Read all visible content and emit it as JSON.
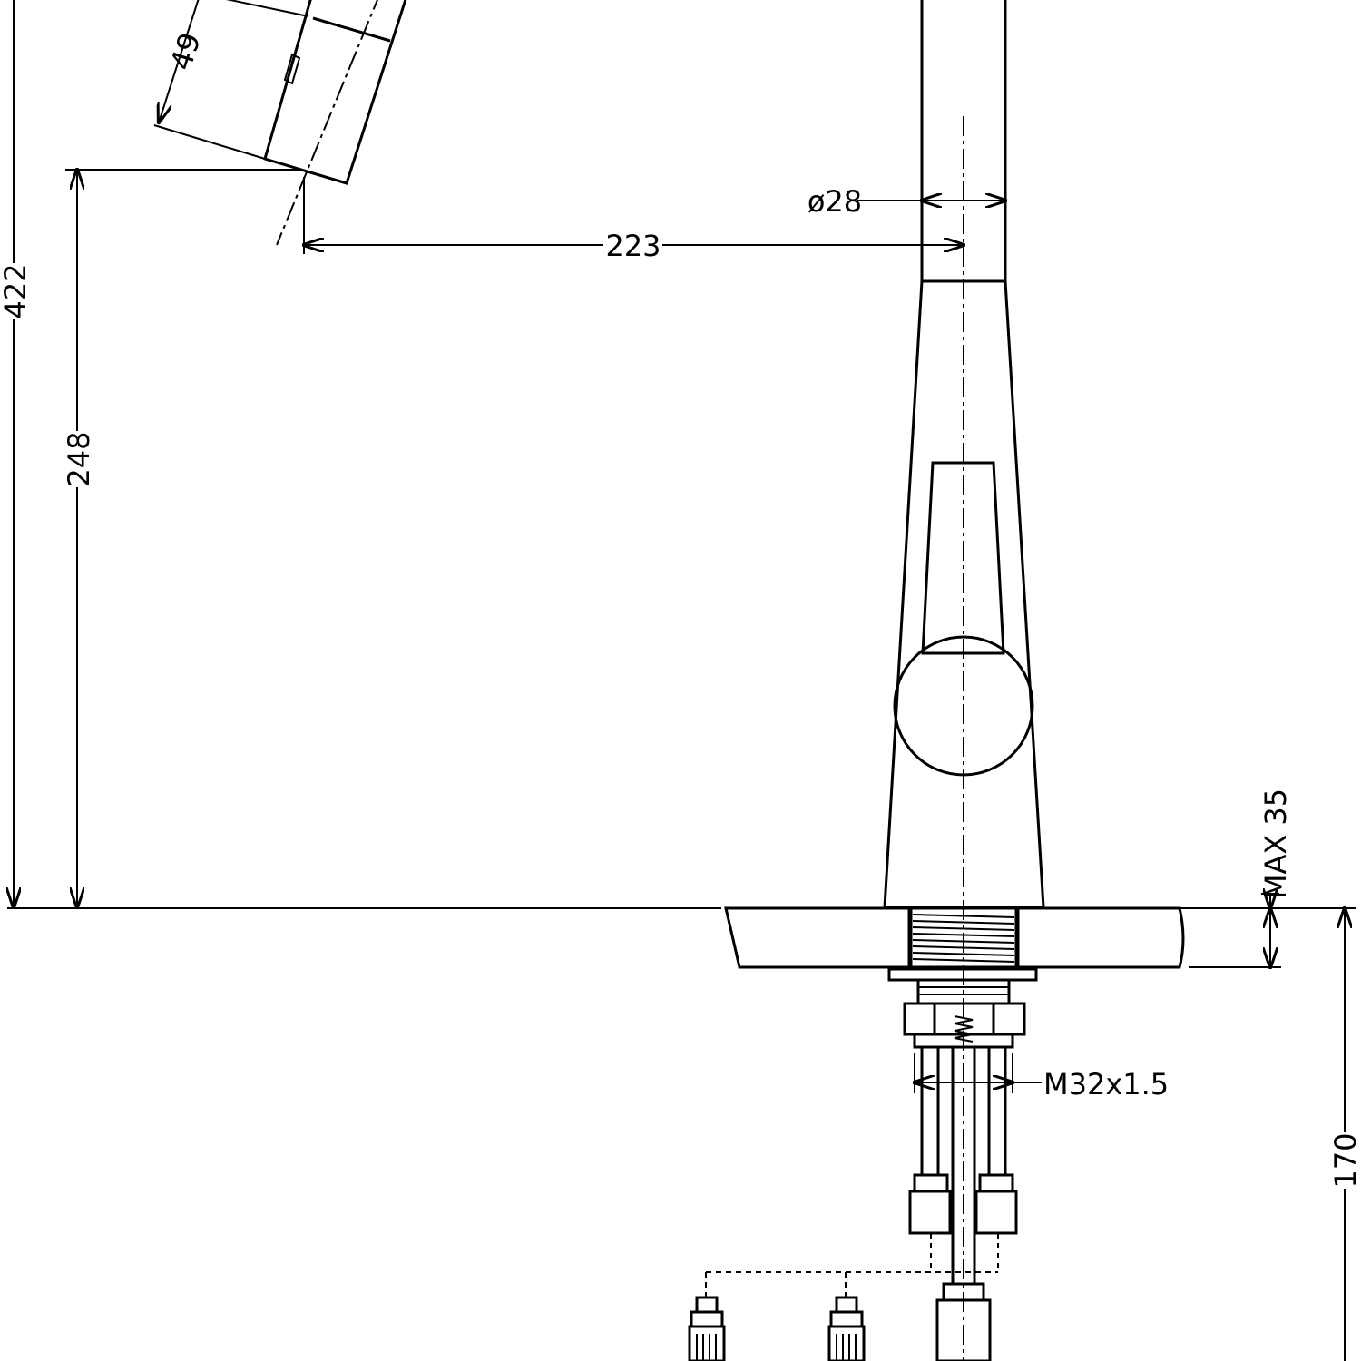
{
  "dimensions": {
    "outlet_length": "49",
    "total_height": "422",
    "spout_height": "248",
    "reach": "223",
    "tube_diameter": "ø28",
    "max_deck_thickness": "MAX 35",
    "thread": "M32x1.5",
    "hose_depth": "170"
  }
}
